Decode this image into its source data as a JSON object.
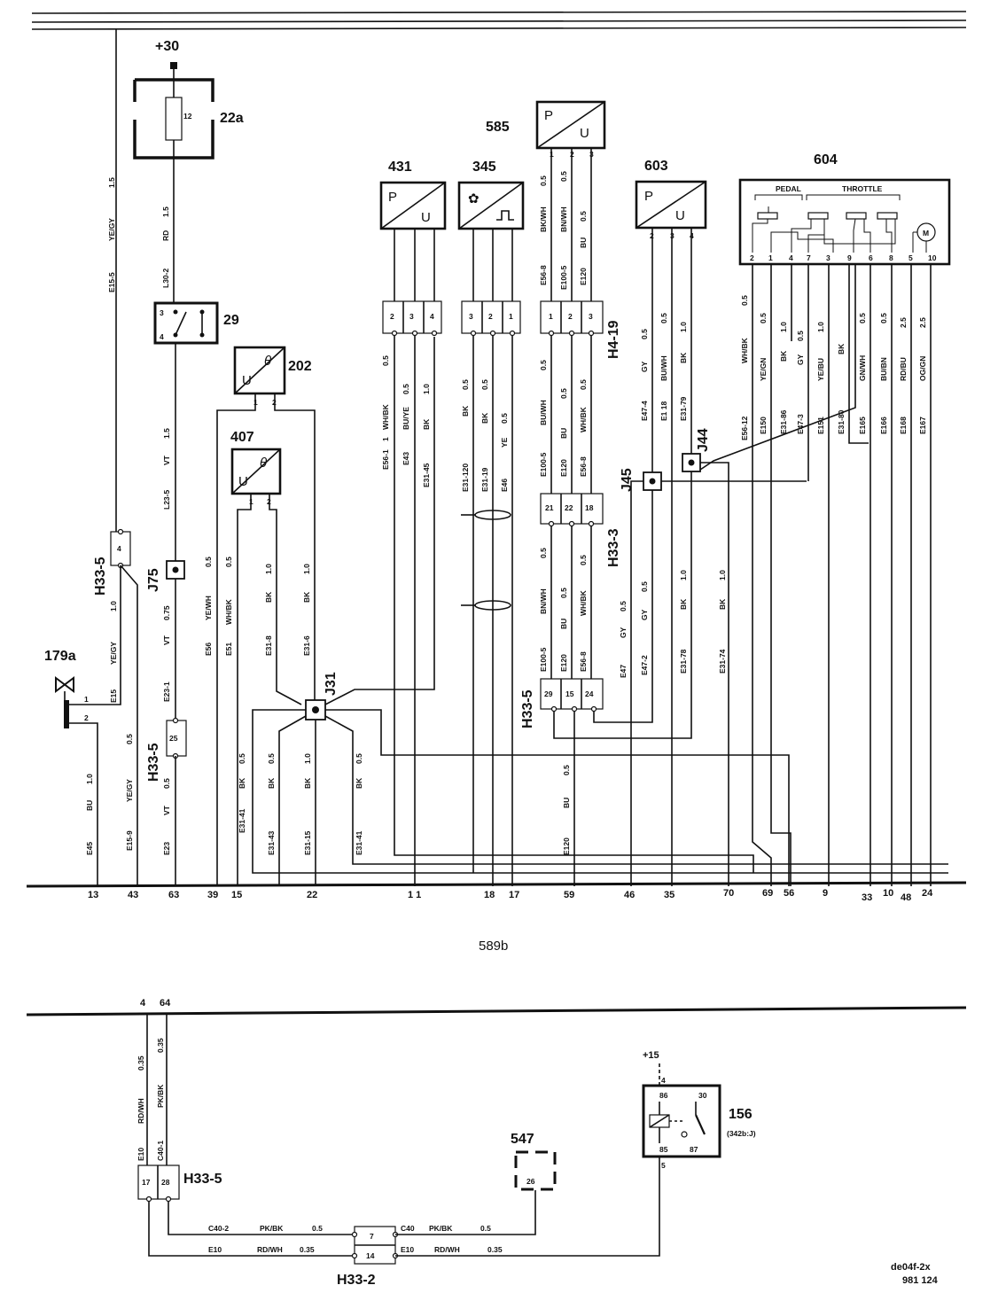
{
  "components": {
    "c30": "+30",
    "c22a": "22a",
    "fuse_pin": "12",
    "c29": "29",
    "sw_pin3": "3",
    "sw_pin4": "4",
    "c202": "202",
    "c407": "407",
    "c431": "431",
    "c345": "345",
    "c585": "585",
    "c603": "603",
    "c604": "604",
    "c179a": "179a",
    "c589b": "589b",
    "c547": "547",
    "c547_pin": "26",
    "c156": "156",
    "c156_note": "(342b:J)",
    "c15": "+15",
    "relay_pins": {
      "p86": "86",
      "p30": "30",
      "p85": "85",
      "p87": "87",
      "p4": "4",
      "p5": "5"
    },
    "ref": "de04f-2x",
    "ref2": "981   124"
  },
  "symbols": {
    "P": "P",
    "U": "U",
    "theta": "θ"
  },
  "pcm": {
    "pedal": "PEDAL",
    "throttle": "THROTTLE",
    "pins": [
      "2",
      "1",
      "4",
      "7",
      "3",
      "9",
      "6",
      "8",
      "5",
      "10"
    ]
  },
  "connectors": {
    "H33_5": "H33-5",
    "H4_19": "H4-19",
    "H33_3": "H33-3",
    "H33_2": "H33-2",
    "J75": "J75",
    "J31": "J31",
    "J45": "J45",
    "J44": "J44",
    "h_431": [
      "2",
      "3",
      "4"
    ],
    "h_345": [
      "3",
      "2",
      "1"
    ],
    "h_h419": [
      "1",
      "2",
      "3"
    ],
    "h_h333": [
      "21",
      "22",
      "18"
    ],
    "h_h335b": [
      "29",
      "15",
      "24"
    ],
    "h_left": "4",
    "h_25": "25",
    "h_top": [
      "17",
      "28"
    ],
    "h332": [
      "7",
      "14"
    ],
    "p202": [
      "1",
      "2"
    ],
    "p407": [
      "1",
      "2"
    ],
    "p585": [
      "1",
      "2",
      "3"
    ],
    "p603": [
      "2",
      "3",
      "4"
    ],
    "p179": [
      "1",
      "2"
    ]
  },
  "wires": {
    "w1": [
      "1.5",
      "YE/GY",
      "E15-5"
    ],
    "w2": [
      "1.5",
      "RD",
      "L30-2"
    ],
    "w3": [
      "1.5",
      "VT",
      "L23-5"
    ],
    "w4": [
      "0.75",
      "VT",
      "E23-1"
    ],
    "w5": [
      "0.5",
      "VT",
      "E23"
    ],
    "w6": [
      "1.0",
      "YE/GY",
      "E15"
    ],
    "w7": [
      "1.0",
      "BU",
      "E45"
    ],
    "w8": [
      "0.5",
      "YE/GY",
      "E15-9"
    ],
    "w9": [
      "0.5",
      "YE/WH",
      "E56"
    ],
    "w10": [
      "0.5",
      "WH/BK",
      "E51"
    ],
    "w11": [
      "1.0",
      "BK",
      "E31-8"
    ],
    "w12": [
      "1.0",
      "BK",
      "E31-6"
    ],
    "w13": [
      "0.5",
      "BK",
      "E31-41"
    ],
    "w14": [
      "0.5",
      "BK",
      "E31-43"
    ],
    "w15": [
      "1.0",
      "BK",
      "E31-15"
    ],
    "w16": [
      "0.5",
      "BK",
      "E31-41"
    ],
    "w17": [
      "0.5",
      "WH/BK",
      "E56-1",
      "1"
    ],
    "w18": [
      "0.5",
      "BU/YE",
      "E43"
    ],
    "w19": [
      "1.0",
      "BK",
      "E31-45"
    ],
    "w20": [
      "0.5",
      "BK",
      "E31-120"
    ],
    "w21": [
      "0.5",
      "BK",
      "E31-19"
    ],
    "w22": [
      "0.5",
      "YE",
      "E46"
    ],
    "w23": [
      "0.5",
      "BK/WH",
      "E56-8"
    ],
    "w24": [
      "0.5",
      "BN/WH",
      "E100-5"
    ],
    "w25": [
      "0.5",
      "BU",
      "E120"
    ],
    "w26": [
      "0.5",
      "BU/WH",
      "E100-5"
    ],
    "w27": [
      "0.5",
      "BU",
      "E120"
    ],
    "w28": [
      "0.5",
      "WH/BK",
      "E56-8"
    ],
    "w29": [
      "0.5",
      "BN/WH",
      "E100-5"
    ],
    "w30": [
      "0.5",
      "BU",
      "E120"
    ],
    "w31": [
      "0.5",
      "WH/BK",
      "E56-8"
    ],
    "w32": [
      "0.5",
      "BU",
      "E120"
    ],
    "w33": [
      "0.5",
      "GY",
      "E47-4"
    ],
    "w34": [
      "0.5",
      "BU/WH",
      "E1 18"
    ],
    "w35": [
      "1.0",
      "BK",
      "E31-79"
    ],
    "w36": [
      "0.5",
      "GY",
      "E47"
    ],
    "w37": [
      "0.5",
      "GY",
      "E47-2"
    ],
    "w38": [
      "1.0",
      "BK",
      "E31-78"
    ],
    "w39": [
      "1.0",
      "BK",
      "E31-74"
    ],
    "w40": [
      "0.5",
      "WH/BK",
      "E56-12"
    ],
    "w41": [
      "0.5",
      "YE/GN",
      "E150"
    ],
    "w42": [
      "1.0",
      "BK",
      "E31-86"
    ],
    "w43": [
      "0.5",
      "GY",
      "E47-3"
    ],
    "w44": [
      "1.0",
      "YE/BU",
      "E151"
    ],
    "w45": [
      "BK",
      "E31-80"
    ],
    "w46": [
      "0.5",
      "GN/WH",
      "E165"
    ],
    "w47": [
      "0.5",
      "BU/BN",
      "E166"
    ],
    "w48": [
      "2.5",
      "RD/BU",
      "E168"
    ],
    "w49": [
      "2.5",
      "OG/GN",
      "E167"
    ],
    "w50": [
      "0.35",
      "RD/WH",
      "E10"
    ],
    "w51": [
      "0.35",
      "PK/BK",
      "C40-1"
    ],
    "w52": [
      "C40-2",
      "PK/BK",
      "0.5"
    ],
    "w53": [
      "E10",
      "RD/WH",
      "0.35"
    ],
    "w54": [
      "C40",
      "PK/BK",
      "0.5"
    ],
    "w55": [
      "E10",
      "RD/WH",
      "0.35"
    ]
  },
  "bus_pins": [
    "13",
    "43",
    "63",
    "39",
    "15",
    "22",
    "1 1",
    "18",
    "17",
    "59",
    "46",
    "35",
    "70",
    "69",
    "56",
    "9",
    "33",
    "10",
    "48",
    "24"
  ],
  "bus2_pins": [
    "4",
    "64"
  ]
}
